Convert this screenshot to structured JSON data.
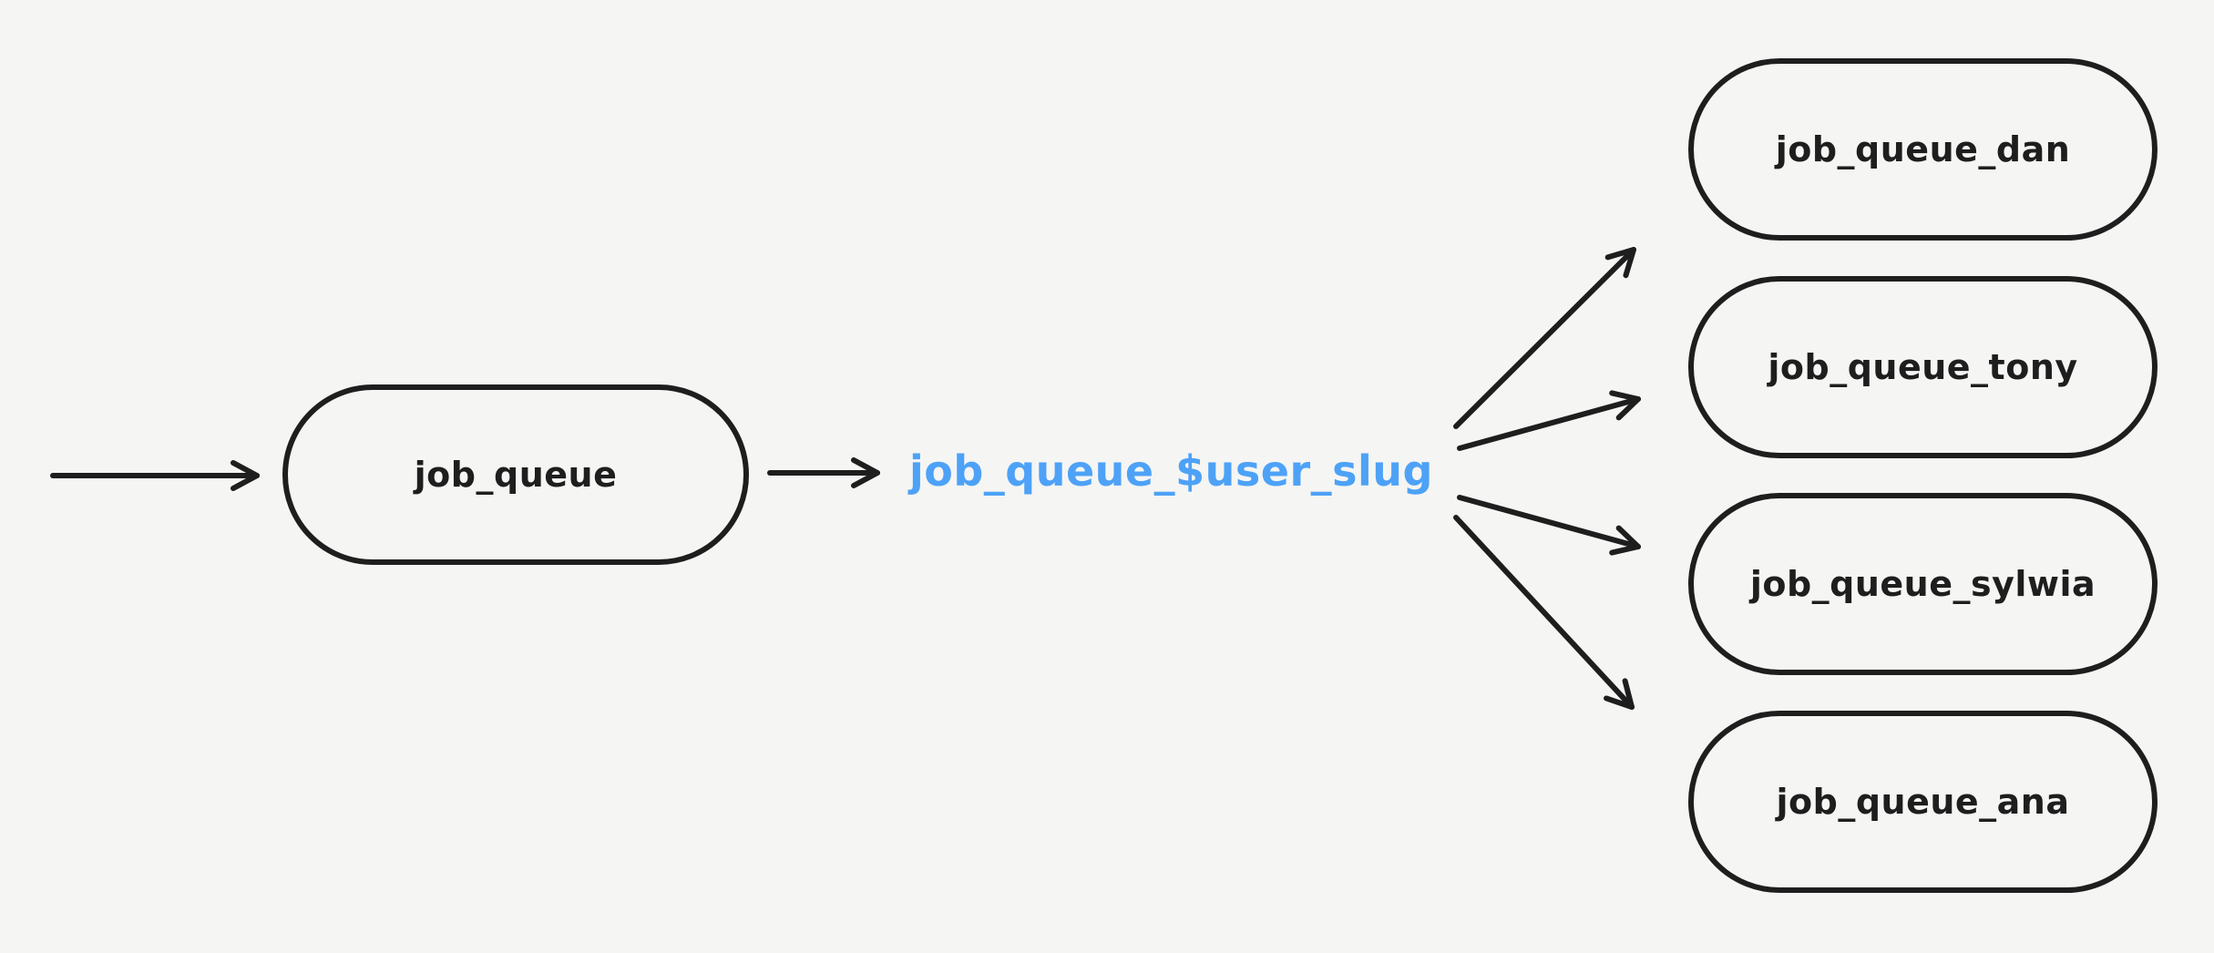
{
  "diagram": {
    "source_node": {
      "label": "job_queue"
    },
    "router_label": {
      "text": "job_queue_$user_slug"
    },
    "target_nodes": [
      {
        "label": "job_queue_dan"
      },
      {
        "label": "job_queue_tony"
      },
      {
        "label": "job_queue_sylwia"
      },
      {
        "label": "job_queue_ana"
      }
    ],
    "colors": {
      "background": "#f5f5f3",
      "stroke": "#1e1e1e",
      "accent_blue": "#4da2f7"
    }
  }
}
